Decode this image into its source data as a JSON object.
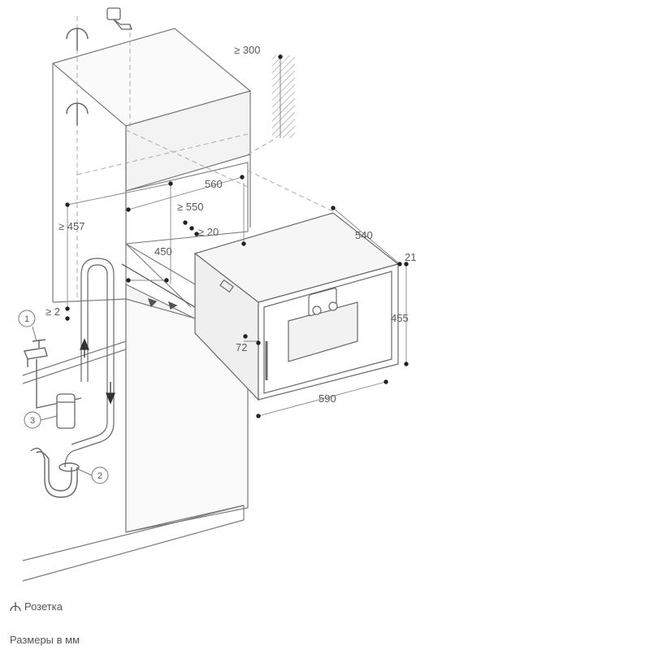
{
  "dimensions": {
    "d300": "≥ 300",
    "d560": "560",
    "d550": "≥ 550",
    "d20": "≥ 20",
    "d457": "≥ 457",
    "d450": "450",
    "d2": "≥ 2",
    "d540": "540",
    "d21": "21",
    "d455": "455",
    "d72": "72",
    "d590": "590"
  },
  "callouts": {
    "c1": "1",
    "c2": "2",
    "c3": "3"
  },
  "legend": {
    "socket_label": "Розетка",
    "units_label": "Размеры в мм"
  }
}
